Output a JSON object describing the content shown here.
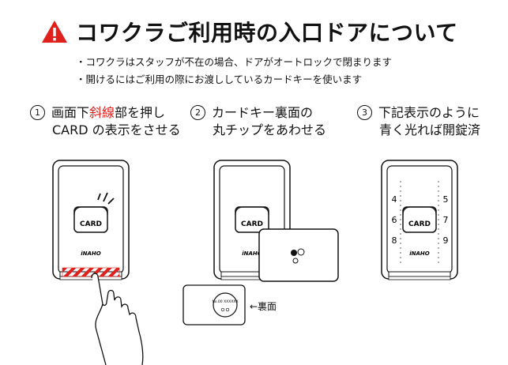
{
  "header": {
    "title": "コワクラご利用時の入口ドアについて",
    "warning_icon": "warning-triangle-icon",
    "warning_color": "#e0201c"
  },
  "notes": [
    "・コワクラはスタッフが不在の場合、ドアがオートロックで閉まります",
    "・開けるにはご利用の際にお渡ししているカードキーを使います"
  ],
  "steps": [
    {
      "number": "1",
      "line1_before": "画面下",
      "line1_highlight": "斜線",
      "line1_after": "部を押し",
      "line2": "CARD の表示をさせる"
    },
    {
      "number": "2",
      "line1": "カードキー裏面の",
      "line2": "丸チップをあわせる"
    },
    {
      "number": "3",
      "line1": "下記表示のように",
      "line2": "青く光れば開錠済"
    }
  ],
  "device": {
    "card_label": "CARD",
    "brand": "iNAHO",
    "left_numbers": [
      "4",
      "6",
      "8"
    ],
    "right_numbers": [
      "5",
      "7",
      "9"
    ]
  },
  "keycard": {
    "chip_text": "No.00 XXXXXX"
  },
  "rear_label": "←裏面",
  "colors": {
    "highlight": "#e0201c",
    "stripe": "#e0201c"
  }
}
